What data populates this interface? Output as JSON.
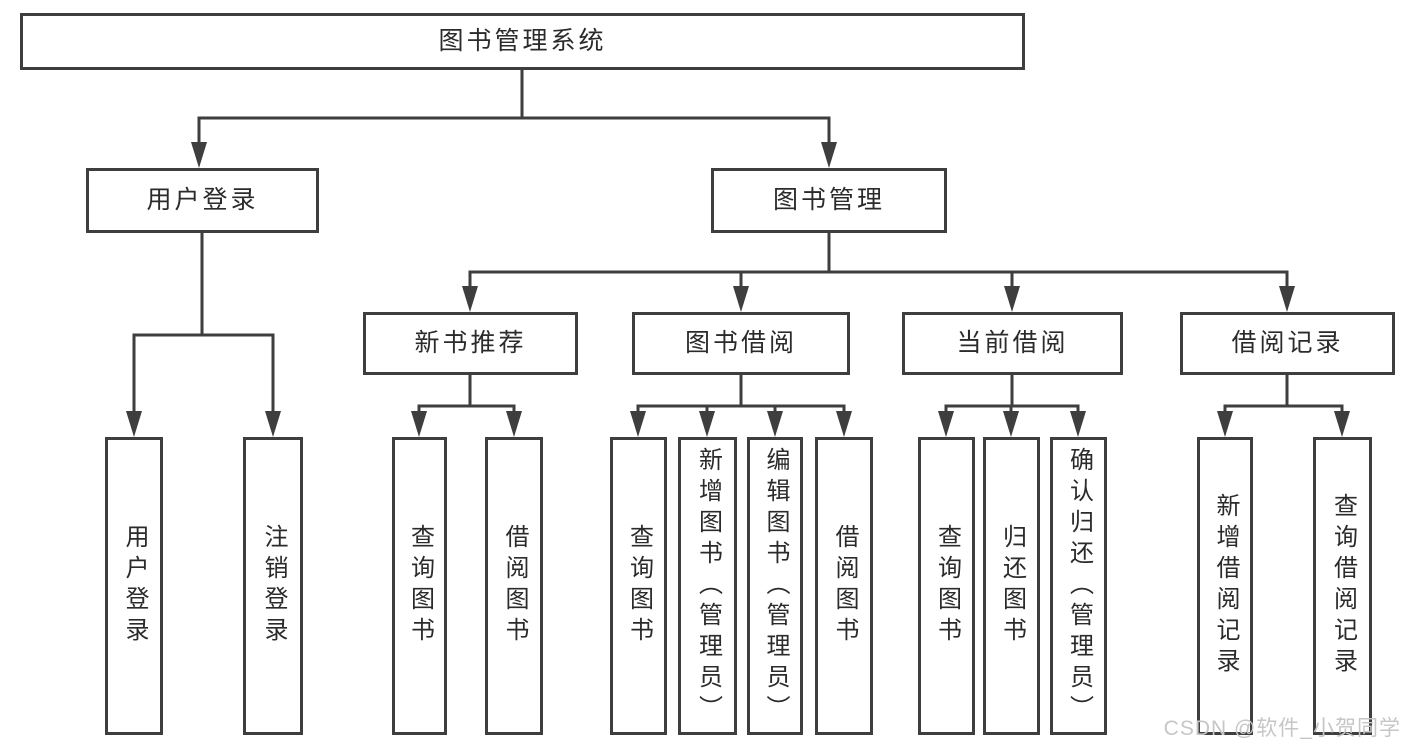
{
  "title": {
    "label": "图书管理系统"
  },
  "level2": {
    "user_login": {
      "label": "用户登录"
    },
    "book_management": {
      "label": "图书管理"
    }
  },
  "level3": {
    "new_book_recommend": {
      "label": "新书推荐"
    },
    "book_borrow": {
      "label": "图书借阅"
    },
    "current_borrow": {
      "label": "当前借阅"
    },
    "borrow_records": {
      "label": "借阅记录"
    }
  },
  "leaves": {
    "user_login_leaf": {
      "label": "用户登录"
    },
    "logout": {
      "label": "注销登录"
    },
    "nb_query_books": {
      "label": "查询图书"
    },
    "nb_borrow_books": {
      "label": "借阅图书"
    },
    "bb_query_books": {
      "label": "查询图书"
    },
    "bb_add_books": {
      "label": "新增图书（管理员）"
    },
    "bb_edit_books": {
      "label": "编辑图书（管理员）"
    },
    "bb_borrow_books": {
      "label": "借阅图书"
    },
    "cb_query_books": {
      "label": "查询图书"
    },
    "cb_return_books": {
      "label": "归还图书"
    },
    "cb_confirm_return": {
      "label": "确认归还（管理员）"
    },
    "br_add_record": {
      "label": "新增借阅记录"
    },
    "br_query_record": {
      "label": "查询借阅记录"
    }
  },
  "watermark": {
    "text": "CSDN @软件_小贺同学"
  },
  "colors": {
    "line": "#3e3e3e",
    "text": "#2b2b2b",
    "watermark": "#c6c6c6",
    "background": "#ffffff"
  }
}
